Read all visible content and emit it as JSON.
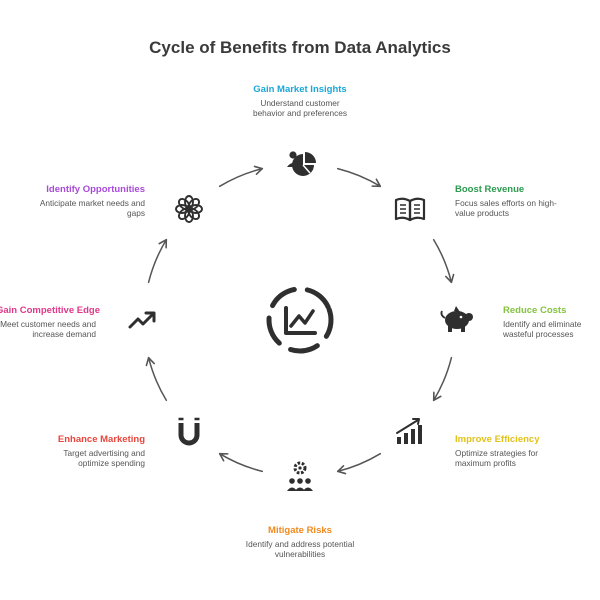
{
  "title": "Cycle of Benefits from Data Analytics",
  "steps": [
    {
      "key": "gain-market-insights",
      "title": "Gain Market Insights",
      "desc": "Understand customer behavior and preferences",
      "color": "#1aa6d9",
      "icon": "pie-chart-user-icon"
    },
    {
      "key": "boost-revenue",
      "title": "Boost Revenue",
      "desc": "Focus sales efforts on high-value products",
      "color": "#2c9b4f",
      "icon": "open-book-icon"
    },
    {
      "key": "reduce-costs",
      "title": "Reduce Costs",
      "desc": "Identify and eliminate wasteful processes",
      "color": "#84c441",
      "icon": "piggy-bank-icon"
    },
    {
      "key": "improve-efficiency",
      "title": "Improve Efficiency",
      "desc": "Optimize strategies for maximum profits",
      "color": "#e2c21a",
      "icon": "bar-chart-growth-icon"
    },
    {
      "key": "mitigate-risks",
      "title": "Mitigate Risks",
      "desc": "Identify and address potential vulnerabilities",
      "color": "#ef8a1f",
      "icon": "team-gear-icon"
    },
    {
      "key": "enhance-marketing",
      "title": "Enhance Marketing",
      "desc": "Target advertising and optimize spending",
      "color": "#e8453c",
      "icon": "magnet-icon"
    },
    {
      "key": "gain-competitive-edge",
      "title": "Gain Competitive Edge",
      "desc": "Meet customer needs and increase demand",
      "color": "#e0388a",
      "icon": "trending-up-icon"
    },
    {
      "key": "identify-opportunities",
      "title": "Identify Opportunities",
      "desc": "Anticipate market needs and gaps",
      "color": "#a84bd8",
      "icon": "flower-icon"
    }
  ],
  "center_icon": "analytics-cycle-icon",
  "colors": {
    "arrow": "#555555",
    "icon": "#2f2f2f"
  }
}
